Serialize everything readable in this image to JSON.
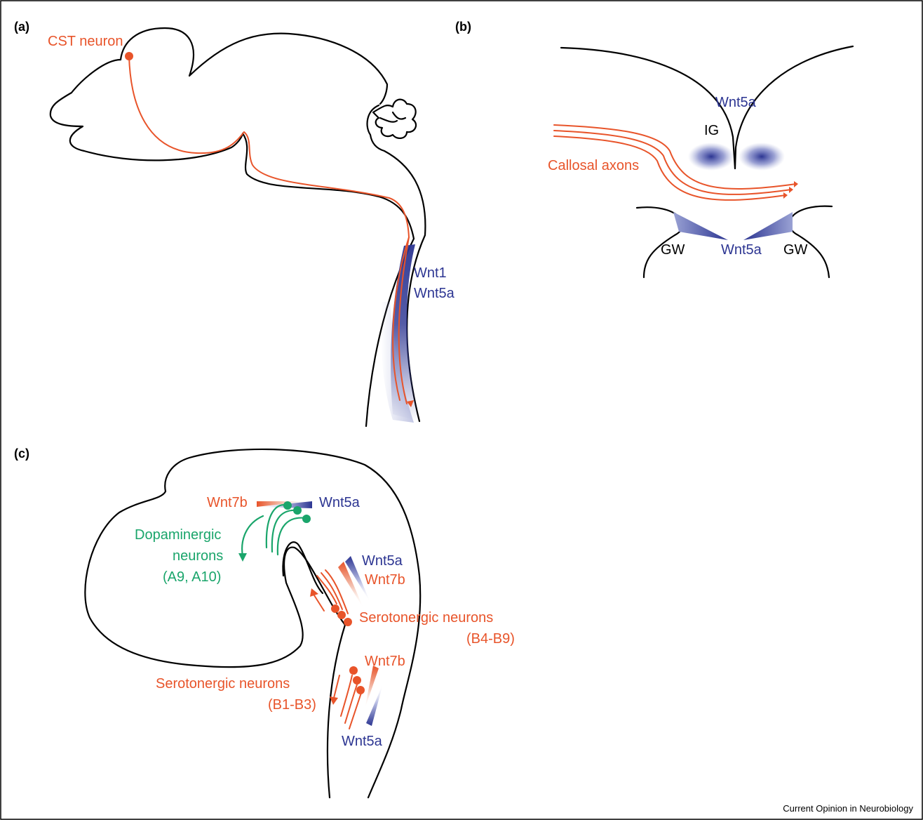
{
  "panels": {
    "a": {
      "label": "(a)",
      "neuron_label": "CST neuron",
      "gene_1": "Wnt1",
      "gene_2": "Wnt5a"
    },
    "b": {
      "label": "(b)",
      "gene_top": "Wnt5a",
      "ig": "IG",
      "axons": "Callosal axons",
      "gw_left": "GW",
      "gene_bottom": "Wnt5a",
      "gw_right": "GW"
    },
    "c": {
      "label": "(c)",
      "top_left_gene": "Wnt7b",
      "top_right_gene": "Wnt5a",
      "dopa_1": "Dopaminergic",
      "dopa_2": "neurons",
      "dopa_3": "(A9, A10)",
      "mid_gene_1": "Wnt5a",
      "mid_gene_2": "Wnt7b",
      "sero_b4_1": "Serotonergic neurons",
      "sero_b4_2": "(B4-B9)",
      "low_gene_1": "Wnt7b",
      "sero_b1_1": "Serotonergic neurons",
      "sero_b1_2": "(B1-B3)",
      "low_gene_2": "Wnt5a"
    }
  },
  "credit": "Current Opinion in Neurobiology",
  "colors": {
    "orange": "#e8542a",
    "blue": "#2c3592",
    "green": "#1aa56b",
    "frame": "#000000"
  }
}
